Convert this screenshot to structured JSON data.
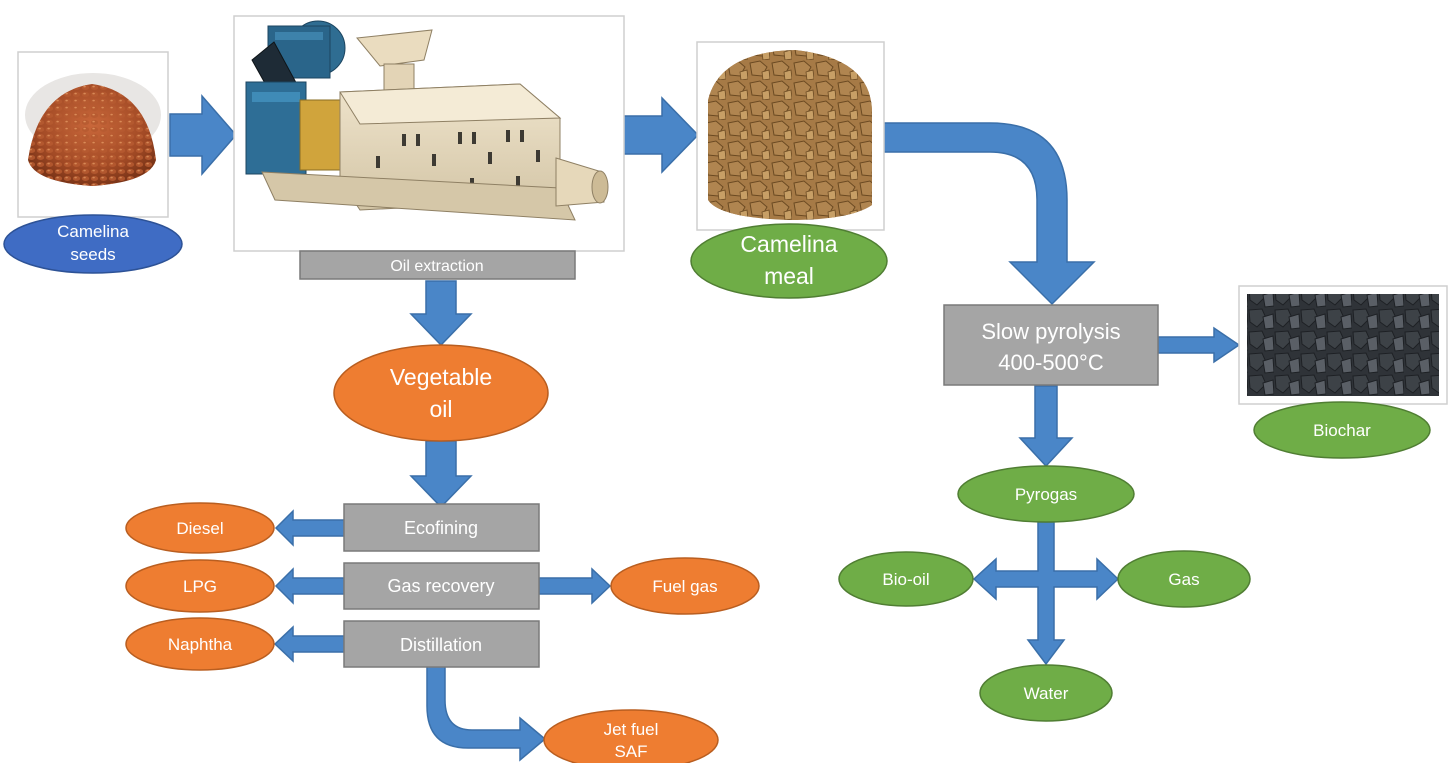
{
  "nodes": {
    "camelina_seeds": {
      "line1": "Camelina",
      "line2": "seeds"
    },
    "oil_extraction": "Oil extraction",
    "camelina_meal": {
      "line1": "Camelina",
      "line2": "meal"
    },
    "vegetable_oil": {
      "line1": "Vegetable",
      "line2": "oil"
    },
    "slow_pyrolysis": {
      "line1": "Slow pyrolysis",
      "line2": "400-500°C"
    },
    "biochar": "Biochar",
    "ecofining": "Ecofining",
    "gas_recovery": "Gas recovery",
    "distillation": "Distillation",
    "diesel": "Diesel",
    "lpg": "LPG",
    "naphtha": "Naphtha",
    "fuel_gas": "Fuel gas",
    "jet_fuel": {
      "line1": "Jet fuel",
      "line2": "SAF"
    },
    "pyrogas": "Pyrogas",
    "bio_oil": "Bio-oil",
    "gas": "Gas",
    "water": "Water"
  },
  "colors": {
    "arrow": "#4a86c8",
    "arrow_stroke": "#3a6fa9",
    "blue_node": "#3f6cc4",
    "orange_node": "#ee7d31",
    "green_node": "#6fad47",
    "process_box": "#a5a5a5",
    "node_text": "#ffffff"
  },
  "images": {
    "seeds": "camelina-seeds-photo",
    "press": "oil-press-machine",
    "meal": "camelina-meal-photo",
    "biochar": "biochar-photo"
  }
}
